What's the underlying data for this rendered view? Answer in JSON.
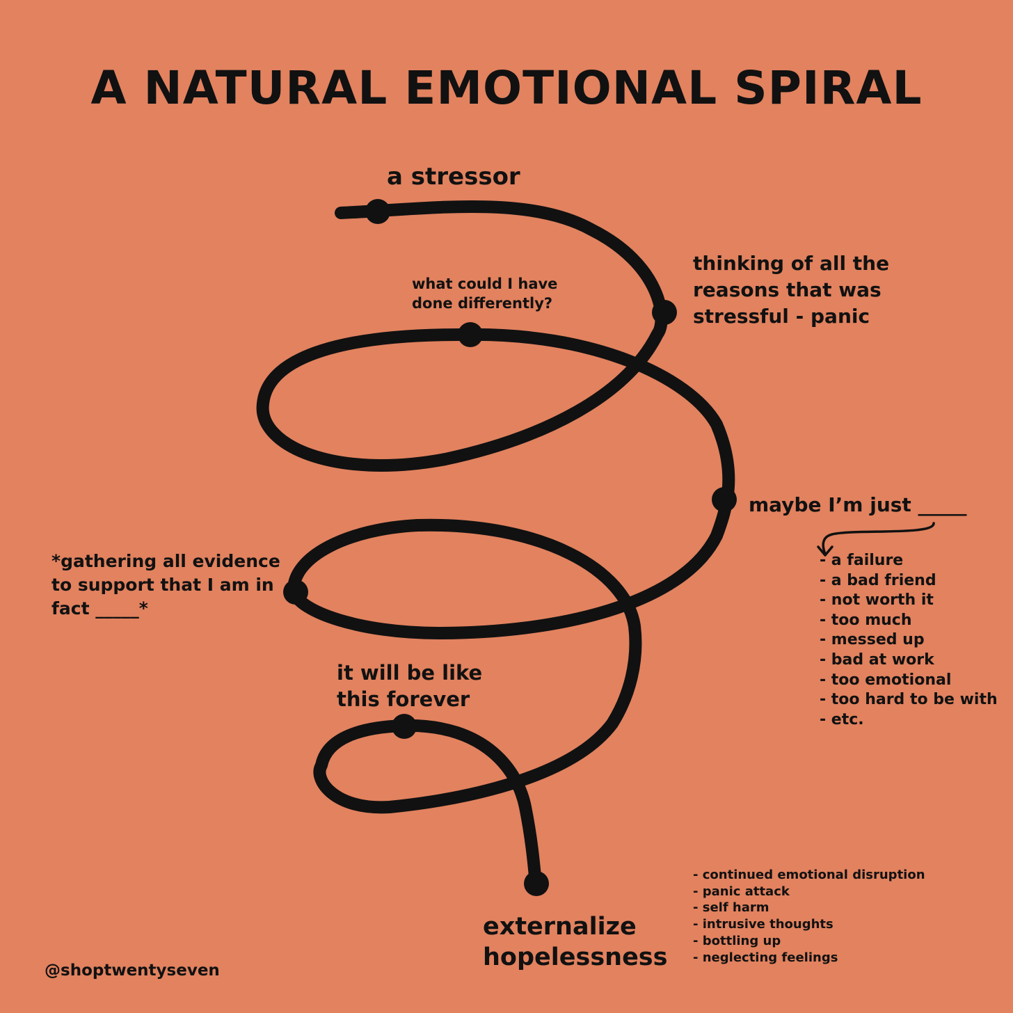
{
  "title": "A NATURAL EMOTIONAL SPIRAL",
  "labels": {
    "stressor": "a stressor",
    "what_could": "what could I have\ndone differently?",
    "thinking": "thinking of all the\nreasons that was\nstressful - panic",
    "maybe": "maybe I’m just _____",
    "gathering": "*gathering all evidence\nto support that I am in\nfact _____*",
    "forever": "it will be like\nthis forever",
    "externalize": "externalize\nhopelessness"
  },
  "maybe_list": [
    "- a failure",
    "- a bad friend",
    "- not worth it",
    "- too much",
    "- messed up",
    "- bad at work",
    "- too emotional",
    "- too hard to be with",
    "- etc."
  ],
  "externalize_list": [
    "- continued emotional disruption",
    "- panic attack",
    "- self harm",
    "- intrusive thoughts",
    "- bottling up",
    "- neglecting feelings"
  ],
  "credit": "@shoptwentyseven",
  "colors": {
    "background": "#E2825F",
    "ink": "#111111"
  }
}
